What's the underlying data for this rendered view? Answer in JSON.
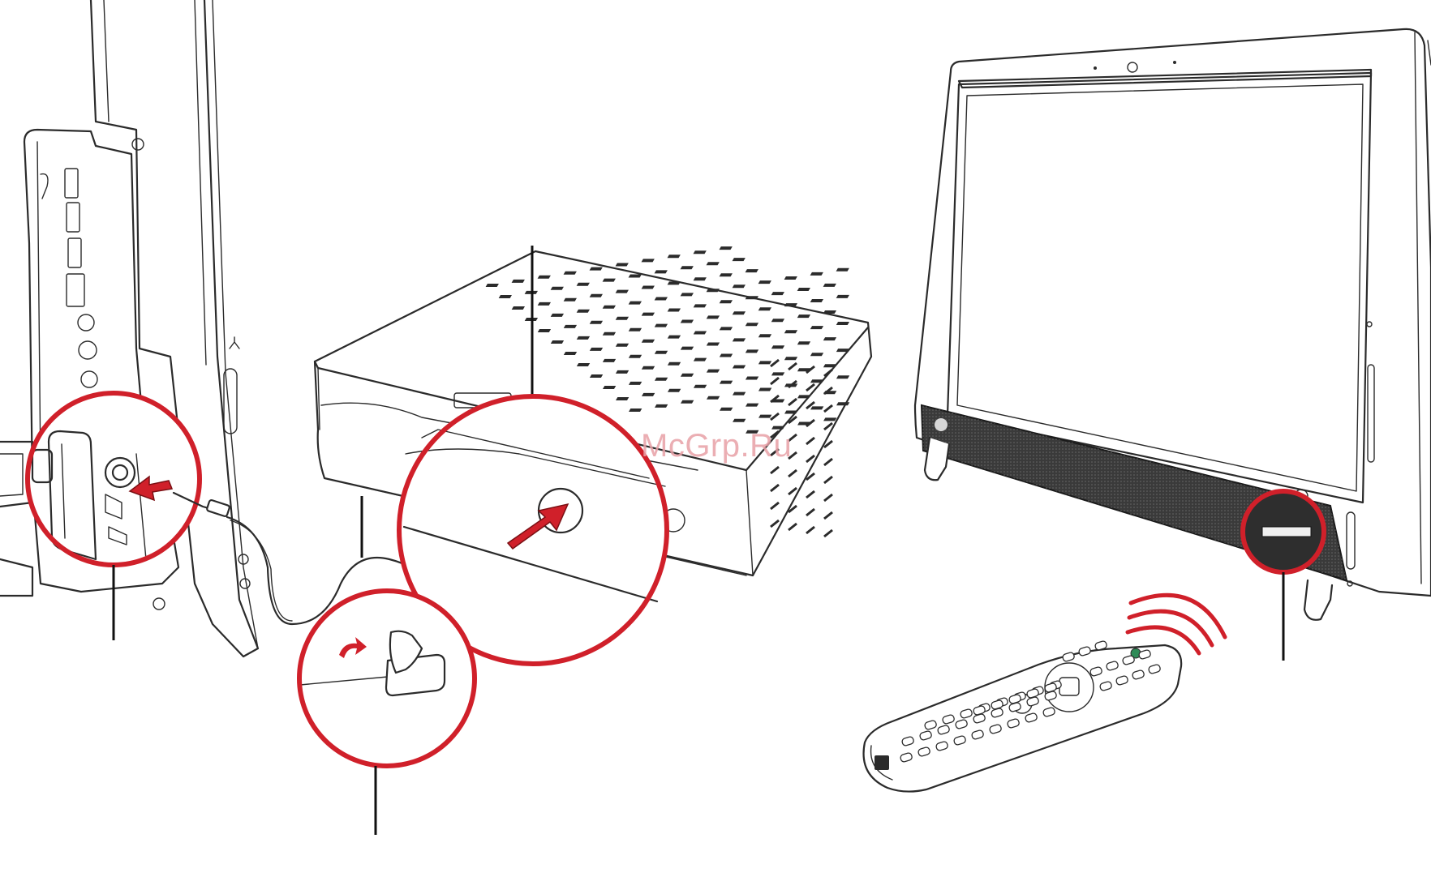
{
  "watermark": {
    "text": "McGrp.Ru"
  },
  "colors": {
    "callout": "#d0202a",
    "line": "#2b2b2b",
    "speaker_grille": "#3a3a3a",
    "watermark": "#e8a0a6"
  },
  "parts": [
    {
      "id": "computer-side-view",
      "icon": "all-in-one-pc-side"
    },
    {
      "id": "set-top-box",
      "icon": "cable-box"
    },
    {
      "id": "ir-emitter-cable",
      "icon": "ir-blaster"
    },
    {
      "id": "computer-front-view",
      "icon": "all-in-one-pc-front"
    },
    {
      "id": "remote-control",
      "icon": "media-center-remote"
    }
  ],
  "callouts": [
    {
      "id": "ir-jack-detail"
    },
    {
      "id": "set-top-box-sensor-detail"
    },
    {
      "id": "adhesive-peel-detail"
    },
    {
      "id": "ir-receiver-detail"
    }
  ]
}
